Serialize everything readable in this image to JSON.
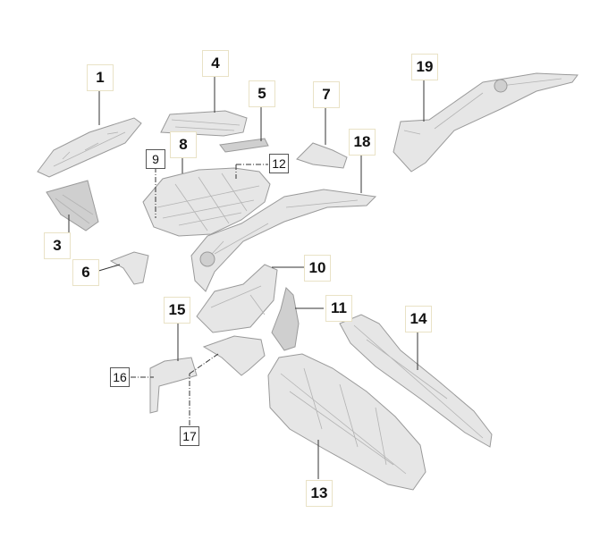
{
  "diagram": {
    "callouts": [
      {
        "id": "c1",
        "label": "1"
      },
      {
        "id": "c3",
        "label": "3"
      },
      {
        "id": "c4",
        "label": "4"
      },
      {
        "id": "c5",
        "label": "5"
      },
      {
        "id": "c6",
        "label": "6"
      },
      {
        "id": "c7",
        "label": "7"
      },
      {
        "id": "c8",
        "label": "8"
      },
      {
        "id": "c9",
        "label": "9"
      },
      {
        "id": "c10",
        "label": "10"
      },
      {
        "id": "c11",
        "label": "11"
      },
      {
        "id": "c12",
        "label": "12"
      },
      {
        "id": "c13",
        "label": "13"
      },
      {
        "id": "c14",
        "label": "14"
      },
      {
        "id": "c15",
        "label": "15"
      },
      {
        "id": "c16",
        "label": "16"
      },
      {
        "id": "c17",
        "label": "17"
      },
      {
        "id": "c18",
        "label": "18"
      },
      {
        "id": "c19",
        "label": "19"
      }
    ]
  },
  "colors": {
    "part_fill": "#e6e6e6",
    "part_stroke": "#9a9a9a",
    "callout_border": "#e9e2c6",
    "leader_line": "#333333"
  }
}
